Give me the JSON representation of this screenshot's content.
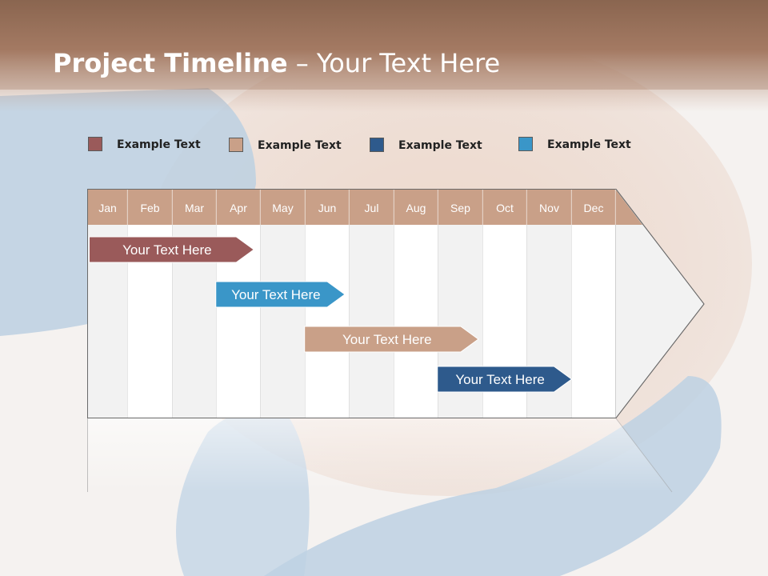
{
  "slide": {
    "title_bold": "Project Timeline",
    "title_rest": " – Your Text Here"
  },
  "legend": [
    {
      "label": "Example Text",
      "color": "#9a5a5a"
    },
    {
      "label": "Example Text",
      "color": "#c9a088"
    },
    {
      "label": "Example Text",
      "color": "#2e5a8c"
    },
    {
      "label": "Example Text",
      "color": "#3a96c8"
    }
  ],
  "timeline": {
    "months": [
      "Jan",
      "Feb",
      "Mar",
      "Apr",
      "May",
      "Jun",
      "Jul",
      "Aug",
      "Sep",
      "Oct",
      "Nov",
      "Dec"
    ],
    "header_color": "#c9a088",
    "tasks": [
      {
        "label": "Your  Text Here",
        "start_month": 1,
        "end_month": 4.85,
        "color": "#9a5a5a"
      },
      {
        "label": "Your  Text Here",
        "start_month": 3.95,
        "end_month": 6.9,
        "color": "#3a96c8"
      },
      {
        "label": "Your  Text Here",
        "start_month": 5.95,
        "end_month": 9.9,
        "color": "#c9a088"
      },
      {
        "label": "Your  Text Here",
        "start_month": 8.95,
        "end_month": 12.0,
        "color": "#2e5a8c"
      }
    ]
  },
  "icons": {
    "background": "gloved-hands-face-photo"
  }
}
